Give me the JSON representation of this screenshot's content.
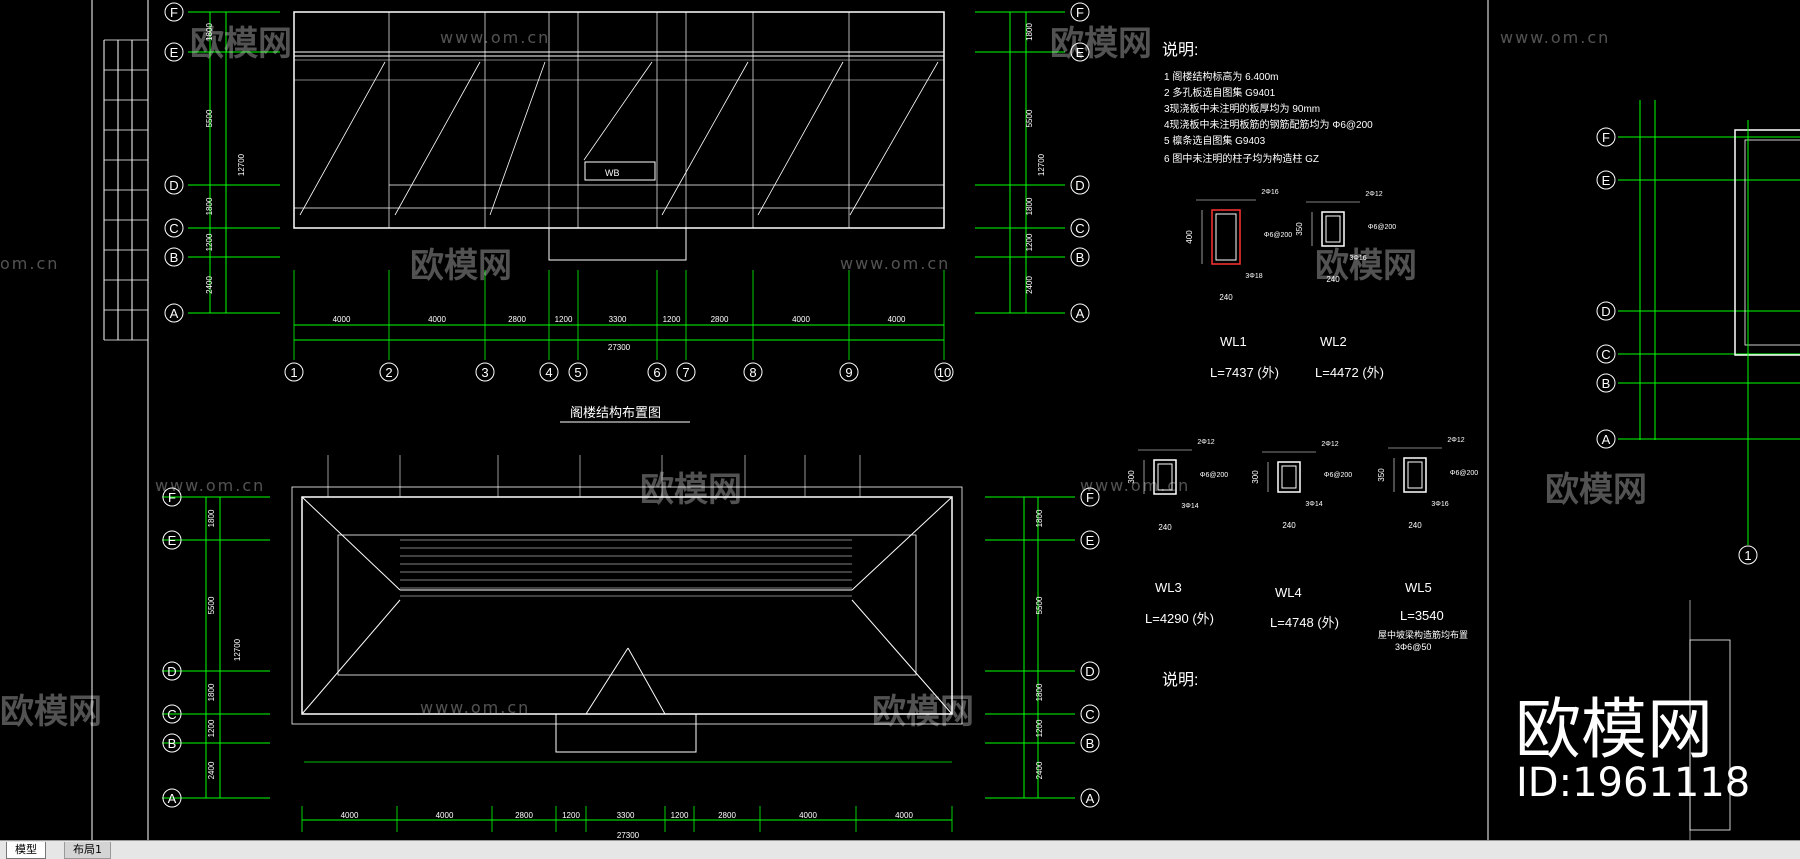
{
  "app": {
    "tabs": [
      {
        "label": "模型",
        "active": true
      },
      {
        "label": "布局1",
        "active": false
      }
    ]
  },
  "colors": {
    "background": "#000000",
    "axis": "#00ff00",
    "lines": "#ffffff",
    "highlight": "#ff3333"
  },
  "grid_axes": {
    "rows": [
      "F",
      "E",
      "D",
      "C",
      "B",
      "A"
    ],
    "columns": [
      "1",
      "2",
      "3",
      "4",
      "5",
      "6",
      "7",
      "8",
      "9",
      "10"
    ]
  },
  "dimensions": {
    "top_plan_bottom": [
      "4000",
      "4000",
      "2800",
      "1200",
      "3300",
      "1200",
      "2800",
      "4000",
      "4000"
    ],
    "top_plan_total": "27300",
    "vertical": [
      "1800",
      "5500",
      "1800",
      "1200",
      "2400"
    ],
    "vertical_total": "12700",
    "right_plan_vertical": [
      "1800",
      "5500",
      "1800",
      "1200",
      "2400"
    ],
    "right_plan_total": "12700",
    "bottom_plan_bottom": [
      "4000",
      "4000",
      "2800",
      "1200",
      "3300",
      "1200",
      "2800",
      "4000",
      "4000"
    ],
    "bottom_plan_total": "27300"
  },
  "titles": {
    "plan_title": "阁楼结构布置图",
    "notes_heading": "说明:",
    "notes_heading_2": "说明:"
  },
  "notes": [
    "1   阁楼结构标高为        6.400m",
    "2   多孔板选自图集       G9401",
    "3现浇板中未注明的板厚均为         90mm",
    "4现浇板中未注明板筋的钢筋配筋均为        Φ6@200",
    "5   檩条选自图集       G9403",
    "6   图中未注明的柱子均为构造柱        GZ"
  ],
  "sections": [
    {
      "name": "WL1",
      "length": "L=7437  (外)",
      "width": "240",
      "height": "400",
      "top_bar": "2Φ16",
      "stirrup": "Φ6@200",
      "bottom_bar": "3Φ18"
    },
    {
      "name": "WL2",
      "length": "L=4472  (外)",
      "width": "240",
      "height": "350",
      "top_bar": "2Φ12",
      "stirrup": "Φ6@200",
      "bottom_bar": "3Φ16"
    },
    {
      "name": "WL3",
      "length": "L=4290  (外)",
      "width": "240",
      "height": "300",
      "top_bar": "2Φ12",
      "stirrup": "Φ6@200",
      "bottom_bar": "3Φ14"
    },
    {
      "name": "WL4",
      "length": "L=4748  (外)",
      "width": "240",
      "height": "300",
      "top_bar": "2Φ12",
      "stirrup": "Φ6@200",
      "bottom_bar": "3Φ14"
    },
    {
      "name": "WL5",
      "length": "L=3540",
      "width": "240",
      "height": "350",
      "top_bar": "2Φ12",
      "stirrup": "Φ6@200",
      "bottom_bar": "3Φ16"
    }
  ],
  "section_note": "屋中坡梁构造筋均布置",
  "section_note_2": "3Φ6@50",
  "labels": {
    "wb": "WB",
    "wl_labels": [
      "WL1",
      "WL2",
      "WL3",
      "WL4",
      "WL5"
    ]
  },
  "watermark": {
    "brand": "欧模网",
    "url": "www.om.cn",
    "url_short": "om.cn",
    "big_brand": "欧模网",
    "big_id": "ID:1961118"
  }
}
